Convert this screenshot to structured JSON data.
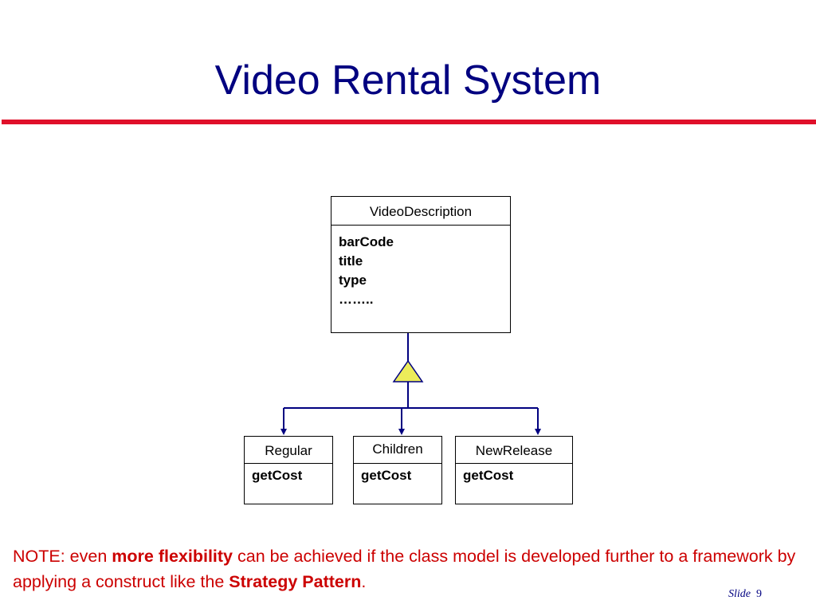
{
  "title": "Video Rental System",
  "colors": {
    "title": "#000080",
    "rule": "#e0102a",
    "note": "#cc0000",
    "connector": "#000080",
    "triangle_fill": "#ecec5a"
  },
  "superclass": {
    "name": "VideoDescription",
    "attributes": [
      "barCode",
      "title",
      "type",
      "…….."
    ]
  },
  "subclasses": [
    {
      "name": "Regular",
      "method": "getCost"
    },
    {
      "name": "Children",
      "method": "getCost"
    },
    {
      "name": "NewRelease",
      "method": "getCost"
    }
  ],
  "note": {
    "part1": "NOTE: even ",
    "bold1": "more flexibility",
    "part2": " can be achieved if the class model is developed further to a framework by applying a construct like the ",
    "bold2": "Strategy Pattern",
    "part3": "."
  },
  "footer": {
    "label": "Slide",
    "number": "9"
  }
}
